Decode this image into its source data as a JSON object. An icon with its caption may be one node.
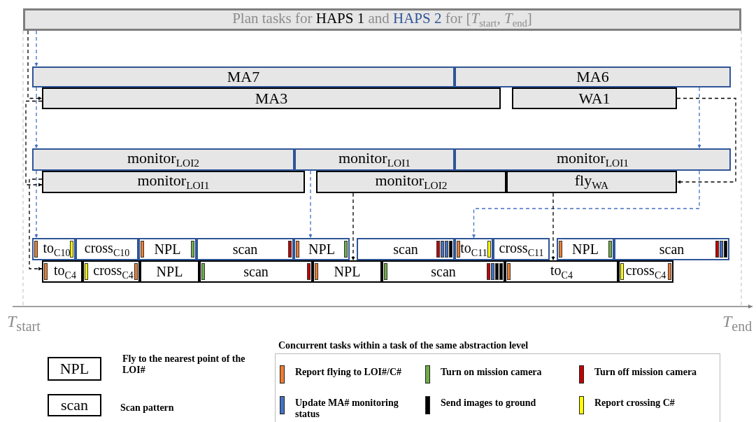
{
  "diagram": {
    "nodes": [
      {
        "text": [
          "Plan tasks for",
          "HAPS 1",
          "and",
          "HAPS 2",
          "for [*T*$_{start}$, *T*$_{end}$]"
        ]
      },
      {
        "text": [
          "MA7"
        ]
      },
      {
        "text": [
          "MA6"
        ]
      },
      {
        "text": [
          "MA3"
        ]
      },
      {
        "text": [
          "WA1"
        ]
      },
      {
        "text": [
          "monitor$_{LOI2}$"
        ]
      },
      {
        "text": [
          "monitor$_{LOI1}$"
        ]
      },
      {
        "text": [
          "monitor$_{LOI1}$"
        ]
      },
      {
        "text": [
          "monitor$_{LOI1}$"
        ]
      },
      {
        "text": [
          "monitor$_{LOI2}$"
        ]
      },
      {
        "text": [
          "fly$_{WA}$"
        ]
      },
      {
        "text": [
          "to$_{C10}$"
        ]
      },
      {
        "text": [
          "cross$_{C10}$"
        ]
      },
      {
        "text": [
          "NPL"
        ]
      },
      {
        "text": [
          "scan"
        ]
      },
      {
        "text": [
          "NPL"
        ]
      },
      {
        "text": [
          "scan"
        ]
      },
      {
        "text": [
          "to$_{C11}$"
        ]
      },
      {
        "text": [
          "cross$_{C11}$"
        ]
      },
      {
        "text": [
          "NPL"
        ]
      },
      {
        "text": [
          "scan"
        ]
      },
      {
        "text": [
          "to$_{C4}$"
        ]
      },
      {
        "text": [
          "cross$_{C4}$"
        ]
      },
      {
        "text": [
          "NPL"
        ]
      },
      {
        "text": [
          "scan"
        ]
      },
      {
        "text": [
          "NPL"
        ]
      },
      {
        "text": [
          "scan"
        ]
      },
      {
        "text": [
          "to$_{C4}$"
        ]
      },
      {
        "text": [
          "cross$_{C4}$"
        ]
      },
      {
        "text": [
          "NPL"
        ],
        "beside": [
          "Fly to the nearest point of the LOI#"
        ]
      },
      {
        "text": [
          "scan"
        ],
        "beside": [
          "Scan pattern"
        ]
      }
    ],
    "edges": [
      {
        "from": 0,
        "to": 1,
        "arrow": "to",
        "style": "dashed",
        "color": "#4472c4"
      },
      {
        "from": 1,
        "to": 5,
        "arrow": "to",
        "style": "dashed",
        "color": "#4472c4"
      },
      {
        "from": 5,
        "to": 11,
        "arrow": "to",
        "style": "dashed",
        "color": "#4472c4"
      },
      {
        "from": 0,
        "to": 3,
        "arrow": "to",
        "style": "dashed",
        "color": "#000000"
      },
      {
        "from": 3,
        "to": 8,
        "arrow": "to",
        "style": "dashed",
        "color": "#000000"
      },
      {
        "from": 8,
        "to": 21,
        "arrow": "to",
        "style": "dashed",
        "color": "#000000"
      },
      {
        "from": 2,
        "to": 7,
        "arrow": "to",
        "style": "dashed",
        "color": "#4472c4"
      },
      {
        "from": 7,
        "to": 17,
        "arrow": "to",
        "style": "dashed",
        "color": "#4472c4"
      },
      {
        "from": 6,
        "to": 15,
        "arrow": "to",
        "style": "dashed",
        "color": "#4472c4"
      },
      {
        "from": 9,
        "to": 25,
        "arrow": "to",
        "style": "dashed",
        "color": "#000000"
      },
      {
        "from": 4,
        "to": 10,
        "arrow": "to",
        "style": "dashed",
        "color": "#000000"
      },
      {
        "from": 10,
        "to": 27,
        "arrow": "to",
        "style": "dashed",
        "color": "#000000"
      }
    ],
    "labels": [
      "*T*$_{start}$",
      "*T*$_{end}$",
      "Concurrent tasks within a task of the same abstraction level"
    ],
    "legend": [
      {
        "text": "Report flying to LOI#/C#",
        "color": "#ed7d31"
      },
      {
        "text": "Turn on mission camera",
        "color": "#70ad47"
      },
      {
        "text": "Turn off mission camera",
        "color": "#c00000"
      },
      {
        "text": "Update MA# monitoring status",
        "color": "#4472c4"
      },
      {
        "text": "Send images to ground",
        "color": "#000000"
      },
      {
        "text": "Report crossing C#",
        "color": "#ffff00"
      }
    ]
  }
}
